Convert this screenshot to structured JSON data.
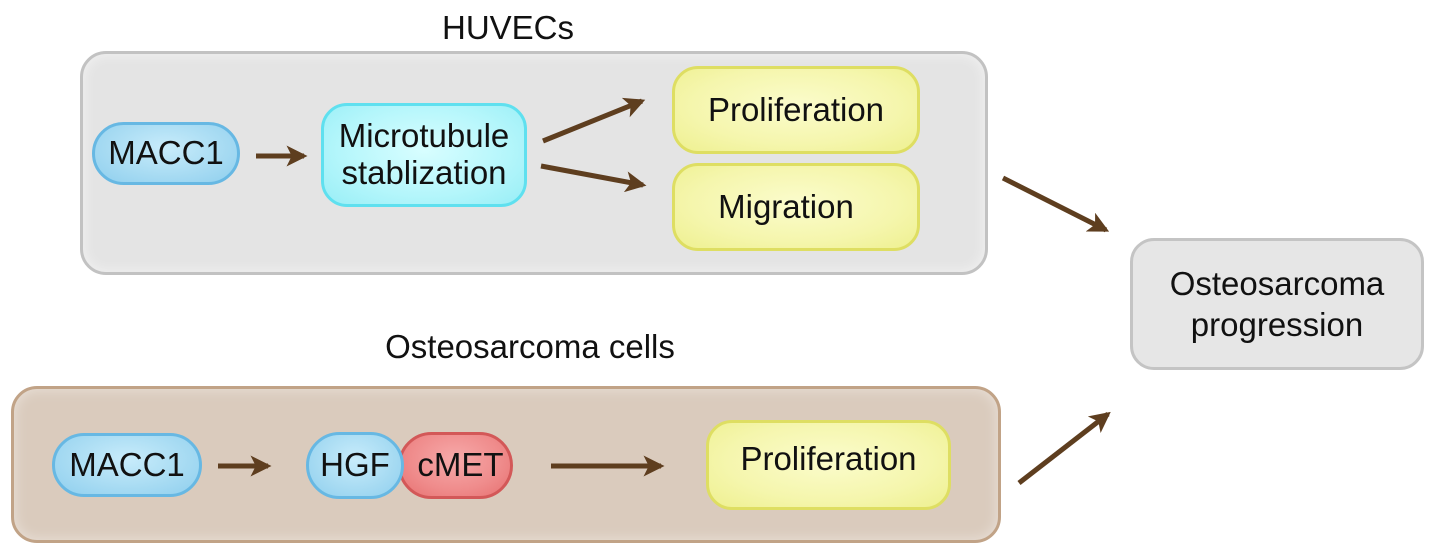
{
  "colors": {
    "arrow": "#5e3e1f",
    "huvec_panel": "#e4e4e4",
    "osteo_panel": "#dacbbd",
    "blue_node": "#a9dcf3",
    "cyan_node": "#b4f6fb",
    "yellow_node": "#f5f6ad",
    "red_node": "#ef8b8b",
    "gray_node": "#e6e6e6"
  },
  "huvec": {
    "title": "HUVECs",
    "macc1": "MACC1",
    "microtubule_line1": "Microtubule",
    "microtubule_line2": "stablization",
    "proliferation": "Proliferation",
    "migration": "Migration"
  },
  "osteo": {
    "title": "Osteosarcoma cells",
    "macc1": "MACC1",
    "hgf": "HGF",
    "cmet": "cMET",
    "proliferation": "Proliferation"
  },
  "outcome": {
    "line1": "Osteosarcoma",
    "line2": "progression"
  }
}
